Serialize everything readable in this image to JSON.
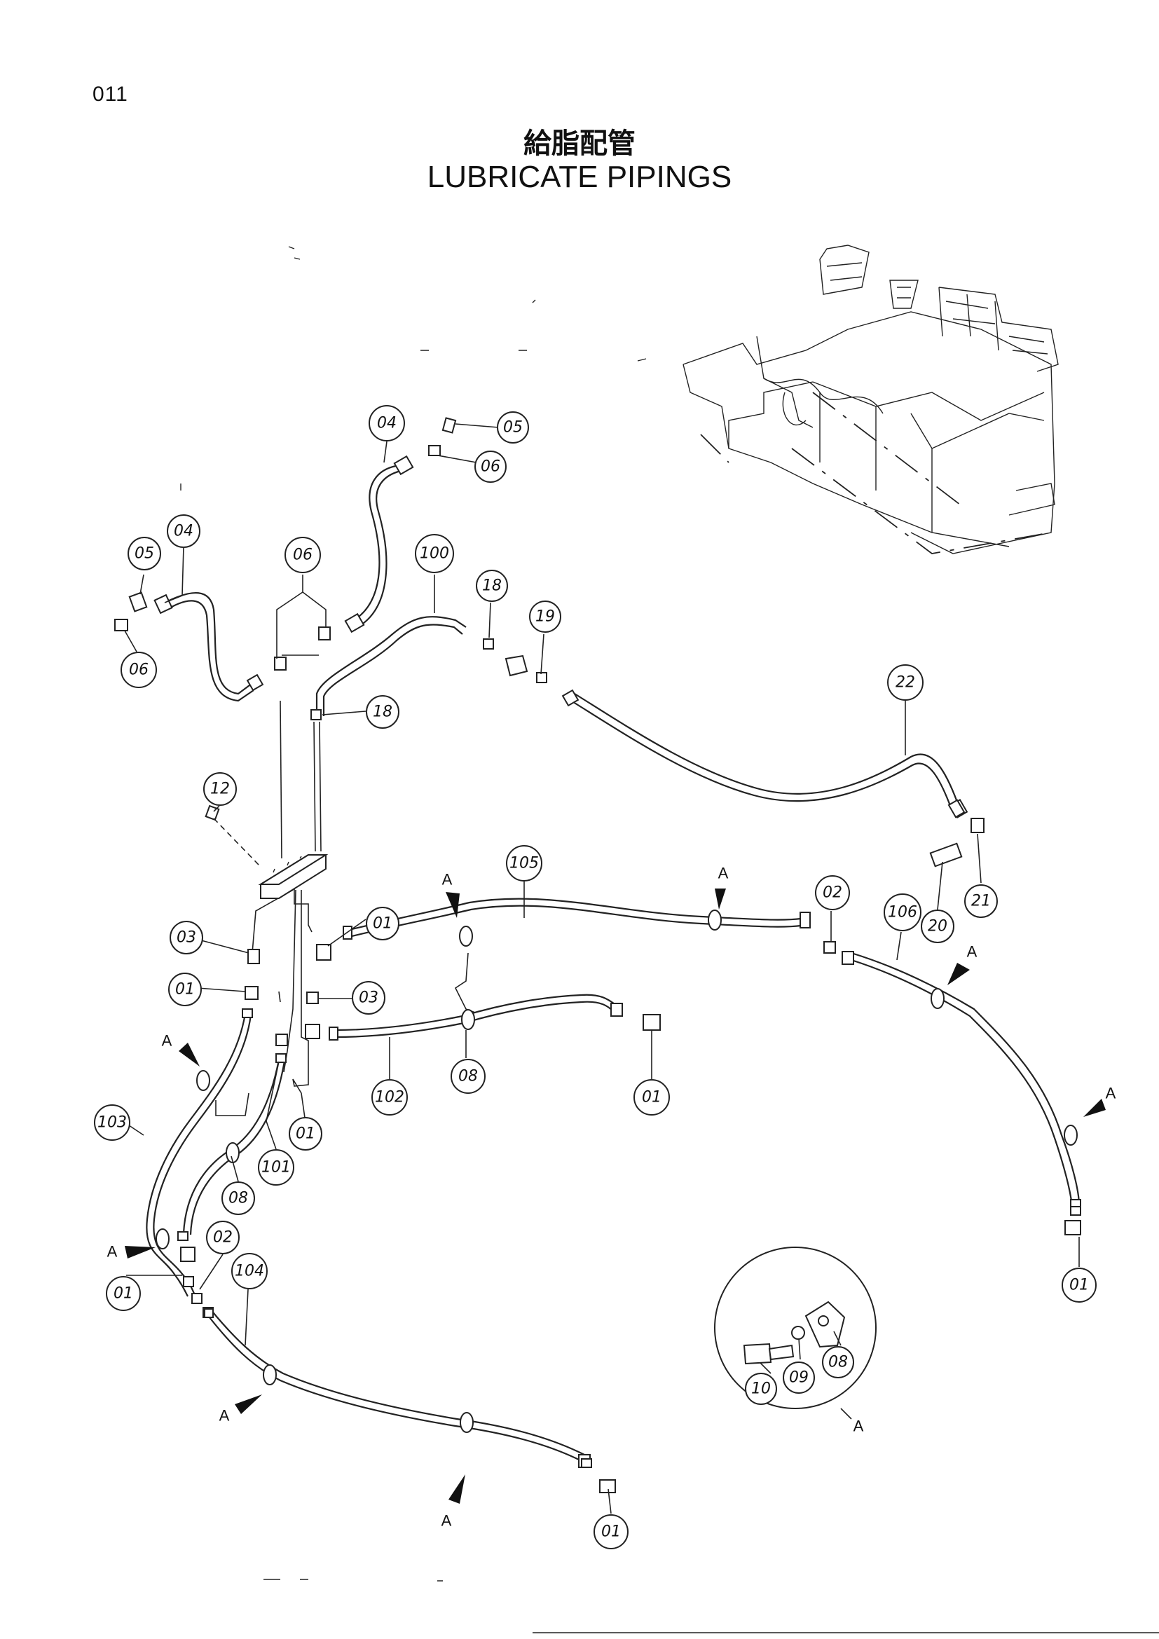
{
  "page_code": "011",
  "title_jp": "給脂配管",
  "title_en": "LUBRICATE PIPINGS",
  "detail_label": "A",
  "callouts": [
    {
      "id": "c1",
      "label": "04"
    },
    {
      "id": "c2",
      "label": "05"
    },
    {
      "id": "c3",
      "label": "06"
    },
    {
      "id": "c4",
      "label": "05"
    },
    {
      "id": "c5",
      "label": "04"
    },
    {
      "id": "c6",
      "label": "06"
    },
    {
      "id": "c7",
      "label": "06"
    },
    {
      "id": "c8",
      "label": "100"
    },
    {
      "id": "c9",
      "label": "18"
    },
    {
      "id": "c10",
      "label": "19"
    },
    {
      "id": "c11",
      "label": "18"
    },
    {
      "id": "c12",
      "label": "22"
    },
    {
      "id": "c13",
      "label": "12"
    },
    {
      "id": "c14",
      "label": "105"
    },
    {
      "id": "c15",
      "label": "02"
    },
    {
      "id": "c16",
      "label": "106"
    },
    {
      "id": "c17",
      "label": "20"
    },
    {
      "id": "c18",
      "label": "21"
    },
    {
      "id": "c19",
      "label": "03"
    },
    {
      "id": "c20",
      "label": "01"
    },
    {
      "id": "c21",
      "label": "01"
    },
    {
      "id": "c22",
      "label": "03"
    },
    {
      "id": "c23",
      "label": "102"
    },
    {
      "id": "c24",
      "label": "08"
    },
    {
      "id": "c25",
      "label": "01"
    },
    {
      "id": "c26",
      "label": "103"
    },
    {
      "id": "c27",
      "label": "01"
    },
    {
      "id": "c28",
      "label": "101"
    },
    {
      "id": "c29",
      "label": "08"
    },
    {
      "id": "c30",
      "label": "02"
    },
    {
      "id": "c31",
      "label": "01"
    },
    {
      "id": "c32",
      "label": "104"
    },
    {
      "id": "c33",
      "label": "01"
    },
    {
      "id": "c34",
      "label": "01"
    },
    {
      "id": "c35",
      "label": "10"
    },
    {
      "id": "c36",
      "label": "09"
    },
    {
      "id": "c37",
      "label": "08"
    }
  ],
  "view_marks": [
    {
      "id": "m1",
      "label": "A"
    },
    {
      "id": "m2",
      "label": "A"
    },
    {
      "id": "m3",
      "label": "A"
    },
    {
      "id": "m4",
      "label": "A"
    },
    {
      "id": "m5",
      "label": "A"
    },
    {
      "id": "m6",
      "label": "A"
    },
    {
      "id": "m7",
      "label": "A"
    },
    {
      "id": "m8",
      "label": "A"
    }
  ]
}
